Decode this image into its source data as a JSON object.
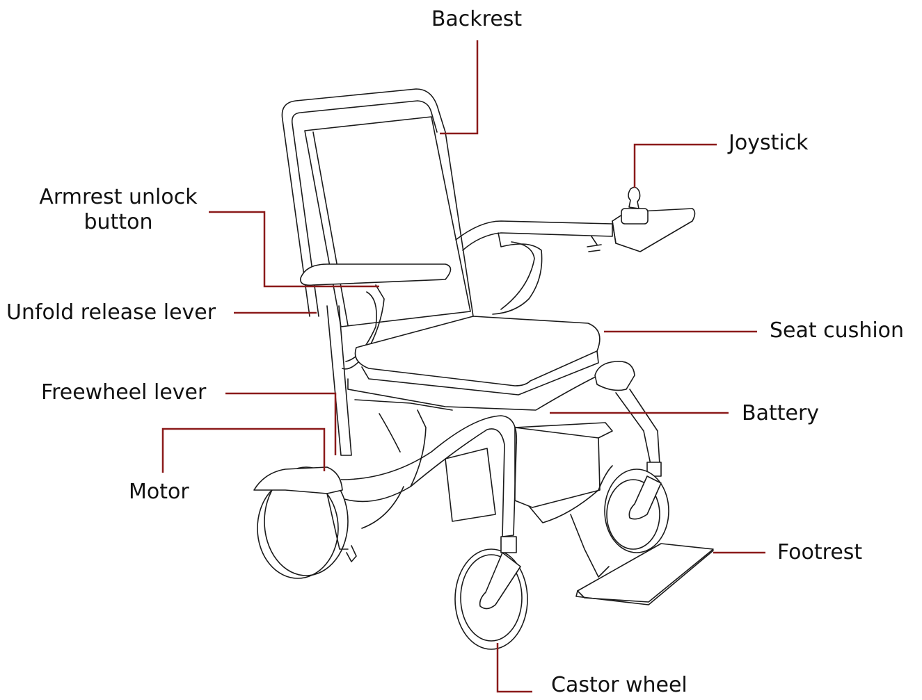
{
  "colors": {
    "leader": "#8b1a1a",
    "text": "#111111",
    "drawing": "#1a1a1a"
  },
  "labels": {
    "backrest": "Backrest",
    "joystick": "Joystick",
    "armrest_unlock": "Armrest unlock\nbutton",
    "unfold_release": "Unfold release lever",
    "seat_cushion": "Seat cushion",
    "freewheel": "Freewheel lever",
    "battery": "Battery",
    "motor": "Motor",
    "footrest": "Footrest",
    "castor_wheel": "Castor wheel"
  }
}
